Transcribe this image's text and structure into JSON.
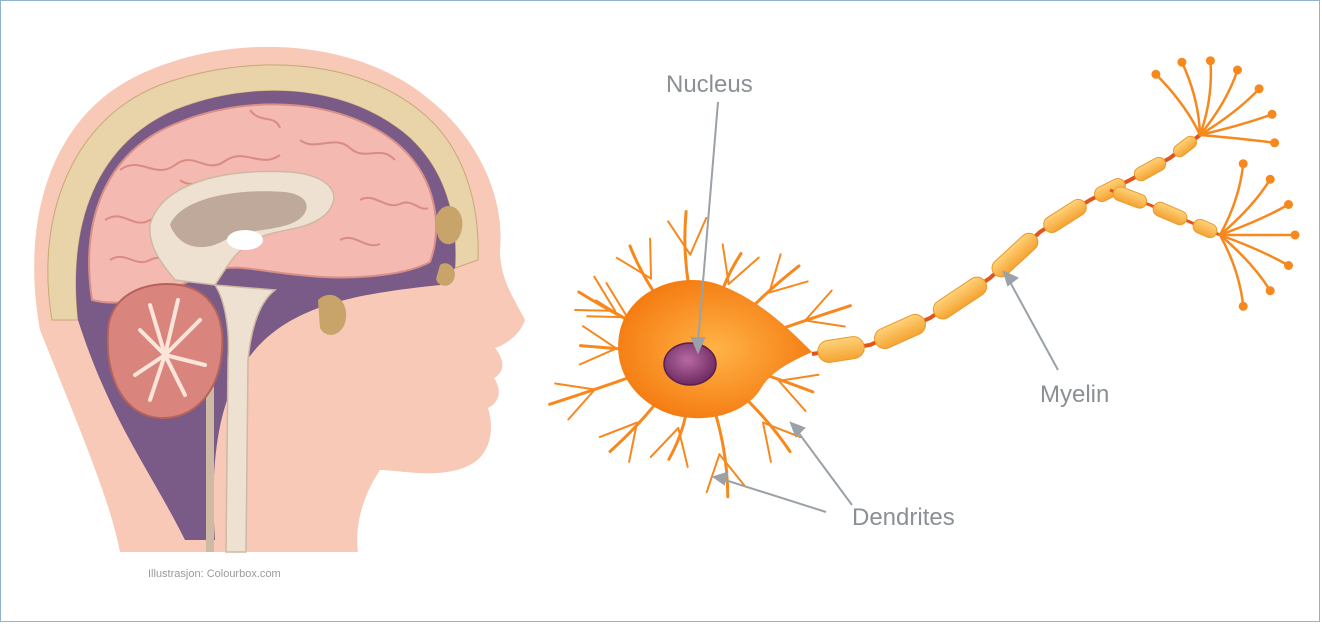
{
  "labels": {
    "nucleus": "Nucleus",
    "myelin": "Myelin",
    "dendrites": "Dendrites"
  },
  "credit": "Illustrasjon: Colourbox.com",
  "colors": {
    "skin": "#f7c9b6",
    "brain": "#f2b8b0",
    "neuron": "#f7881e",
    "myelin": "#fbb24a",
    "nucleus": "#8a3d7a",
    "label": "#8a9096",
    "frame": "#8fb3d3"
  }
}
